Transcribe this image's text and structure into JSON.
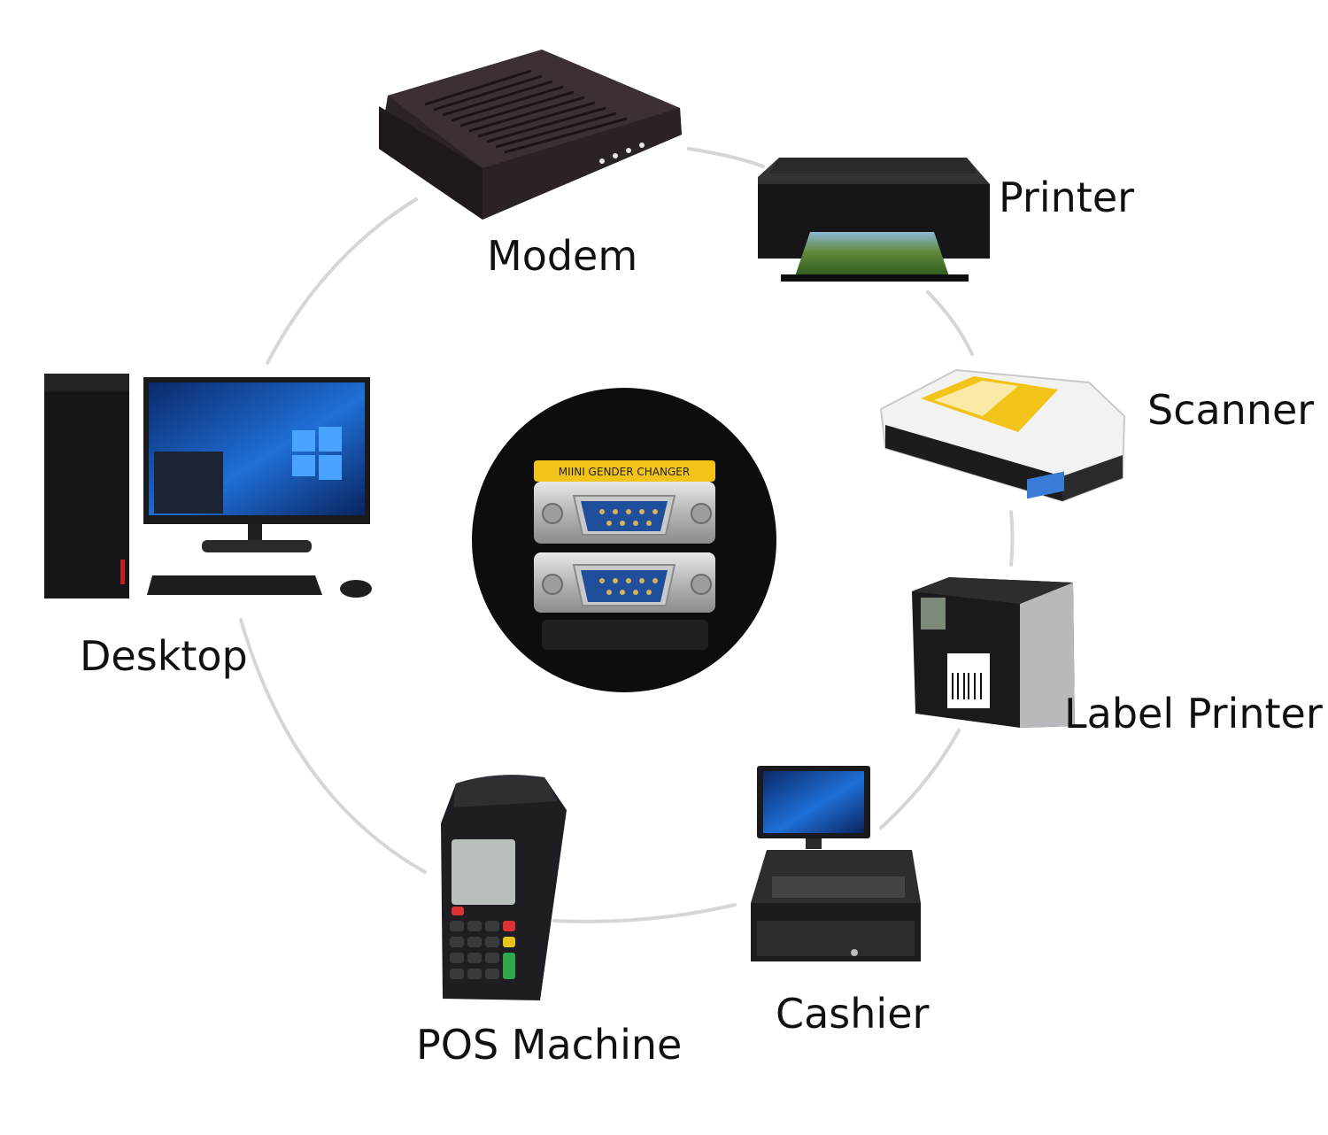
{
  "center": {
    "adapter_text": "MIINI GENDER CHANGER",
    "bg_color": "#0d0d0f",
    "accent_color": "#f2c419",
    "port_color": "#1f4f9a"
  },
  "ring_color": "#d6d6d6",
  "devices": [
    {
      "key": "modem",
      "label": "Modem",
      "icon": "modem-icon"
    },
    {
      "key": "printer",
      "label": "Printer",
      "icon": "printer-icon"
    },
    {
      "key": "scanner",
      "label": "Scanner",
      "icon": "scanner-icon"
    },
    {
      "key": "label_printer",
      "label": "Label Printer",
      "icon": "label-printer-icon"
    },
    {
      "key": "cashier",
      "label": "Cashier",
      "icon": "cash-register-icon"
    },
    {
      "key": "pos",
      "label": "POS Machine",
      "icon": "pos-terminal-icon"
    },
    {
      "key": "desktop",
      "label": "Desktop",
      "icon": "desktop-computer-icon"
    }
  ]
}
